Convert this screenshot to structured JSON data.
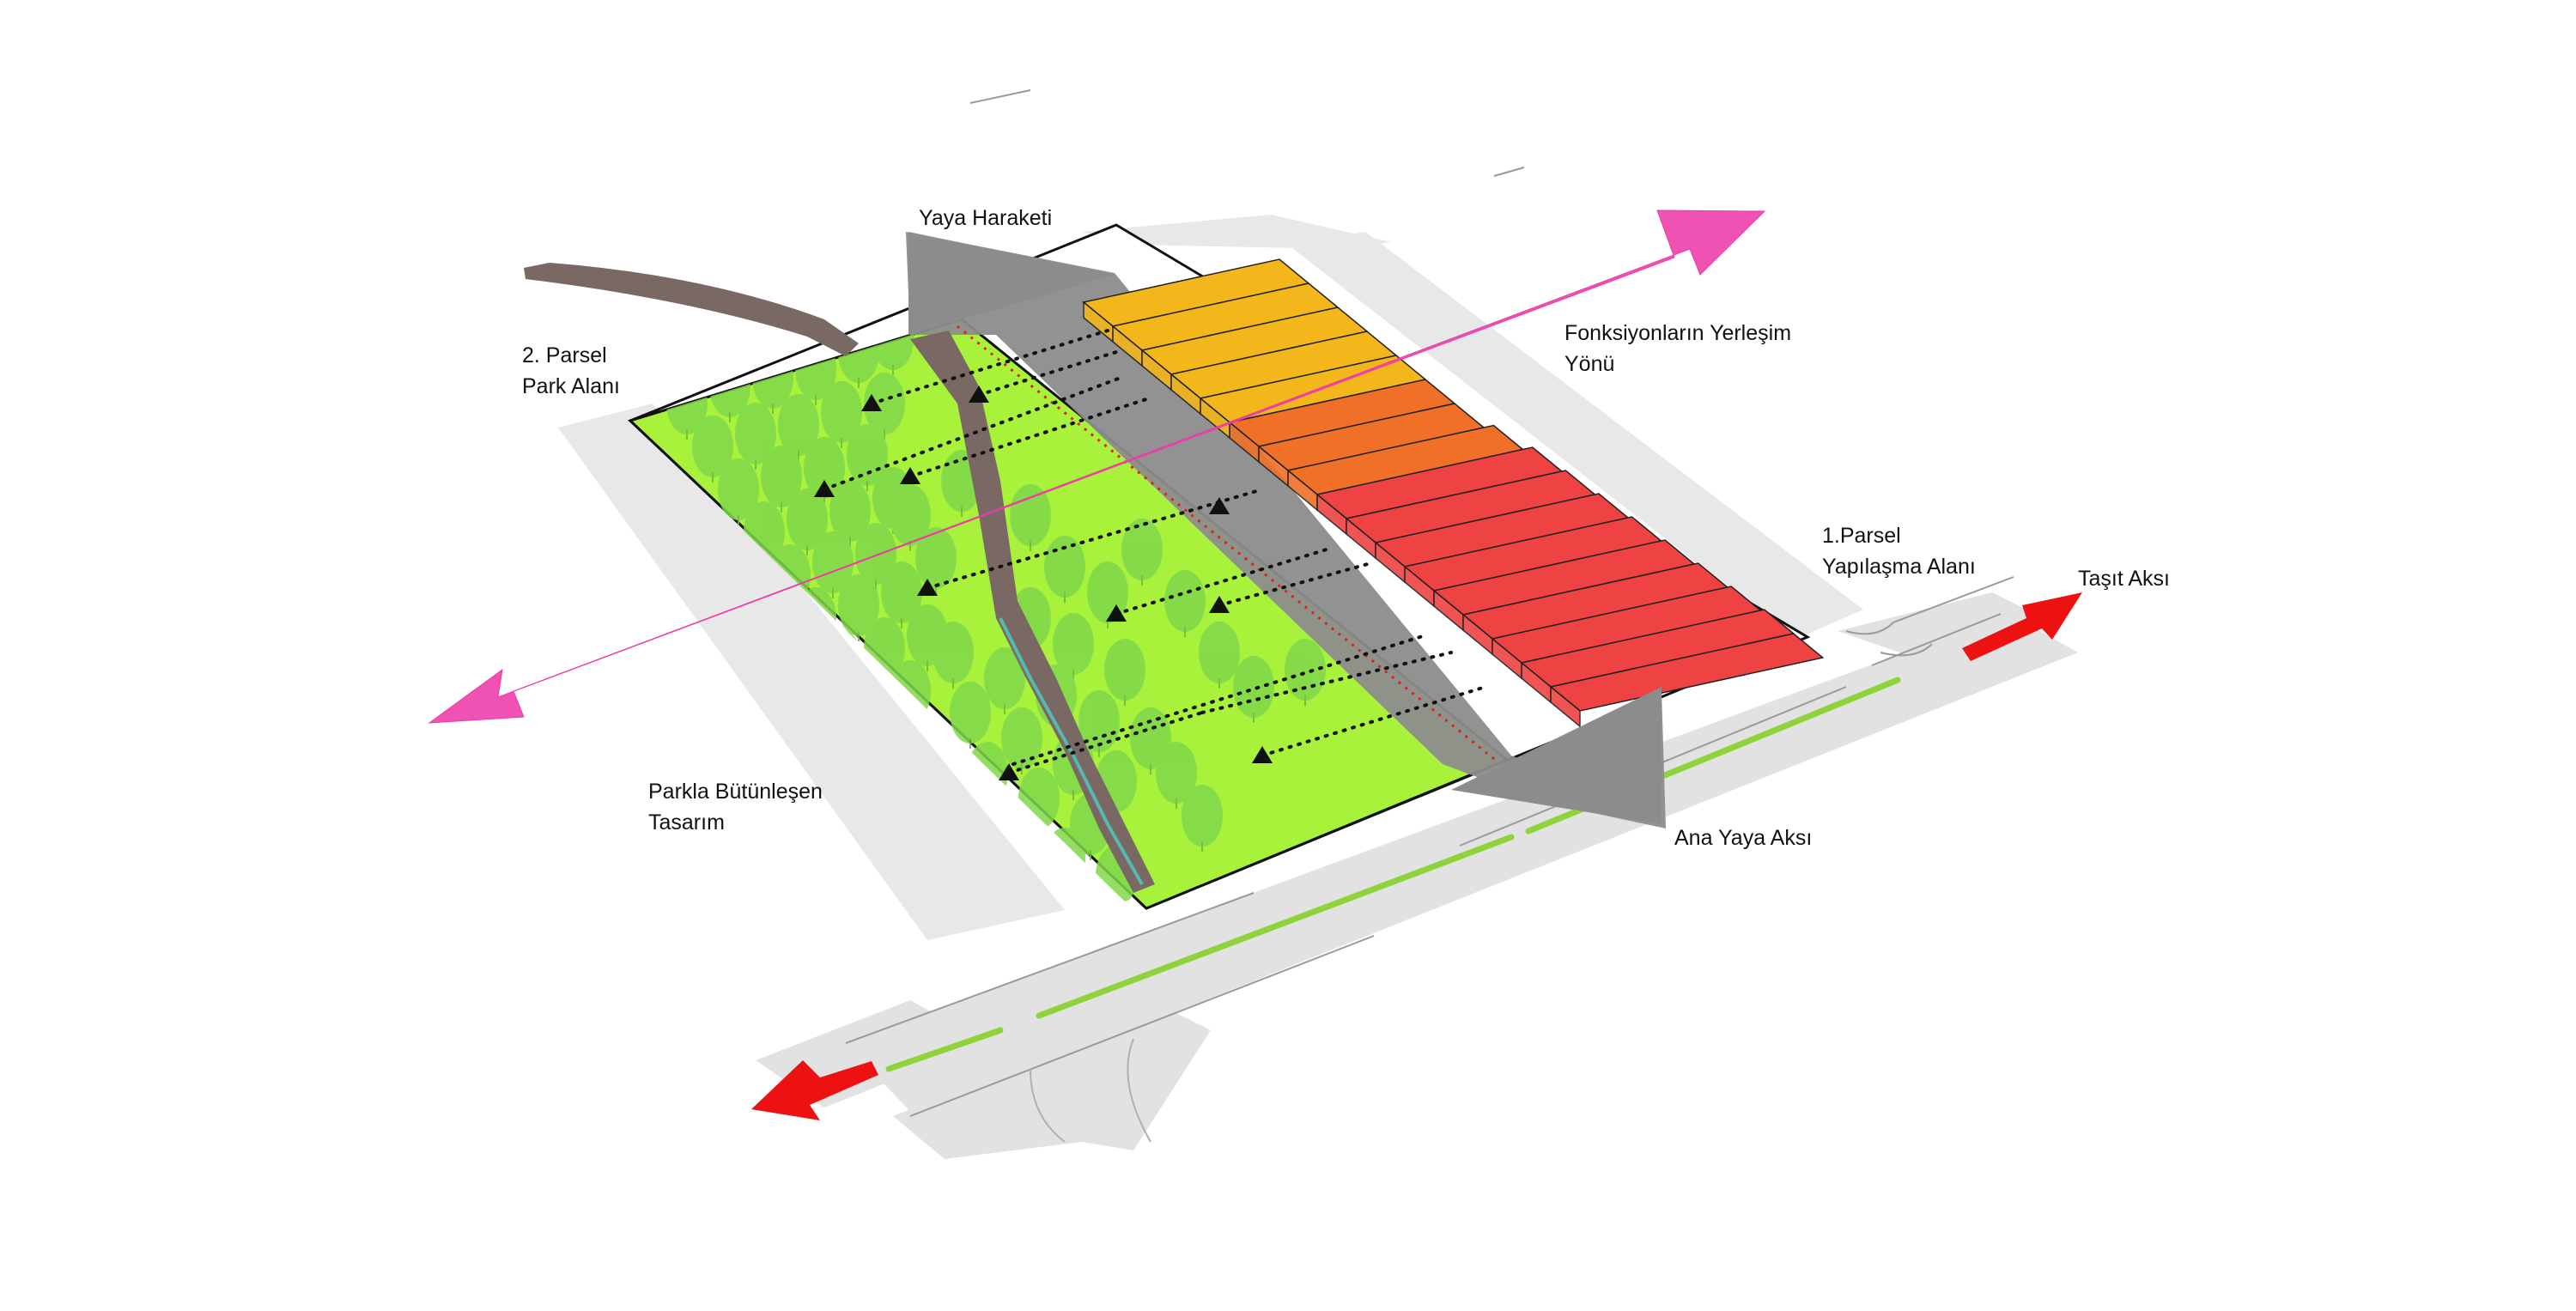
{
  "labels": {
    "pedestrian_movement": "Yaya Haraketi",
    "parcel2_line1": "2. Parsel",
    "parcel2_line2": "Park Alanı",
    "function_direction_line1": "Fonksiyonların Yerleşim",
    "function_direction_line2": "Yönü",
    "parcel1_line1": "1.Parsel",
    "parcel1_line2": "Yapılaşma Alanı",
    "vehicle_axis": "Taşıt Aksı",
    "park_integrated_line1": "Parkla Bütünleşen",
    "park_integrated_line2": "Tasarım",
    "main_pedestrian_axis": "Ana Yaya Aksı"
  },
  "colors": {
    "park_green": "#a8f23c",
    "tree_green": "#7fd84a",
    "road_grey": "#e2e2e2",
    "pedestrian_axis_grey": "#8c8c8c",
    "function_arrow_magenta": "#ee3aa8",
    "vehicle_arrow_red": "#ee1111",
    "block_yellow": "#f3b61b",
    "block_orange": "#f07028",
    "block_red": "#ef4242",
    "path_brown": "#7a6864"
  },
  "icons": {
    "view_marker": "triangle-up",
    "arrow": "double-head-arrow"
  }
}
